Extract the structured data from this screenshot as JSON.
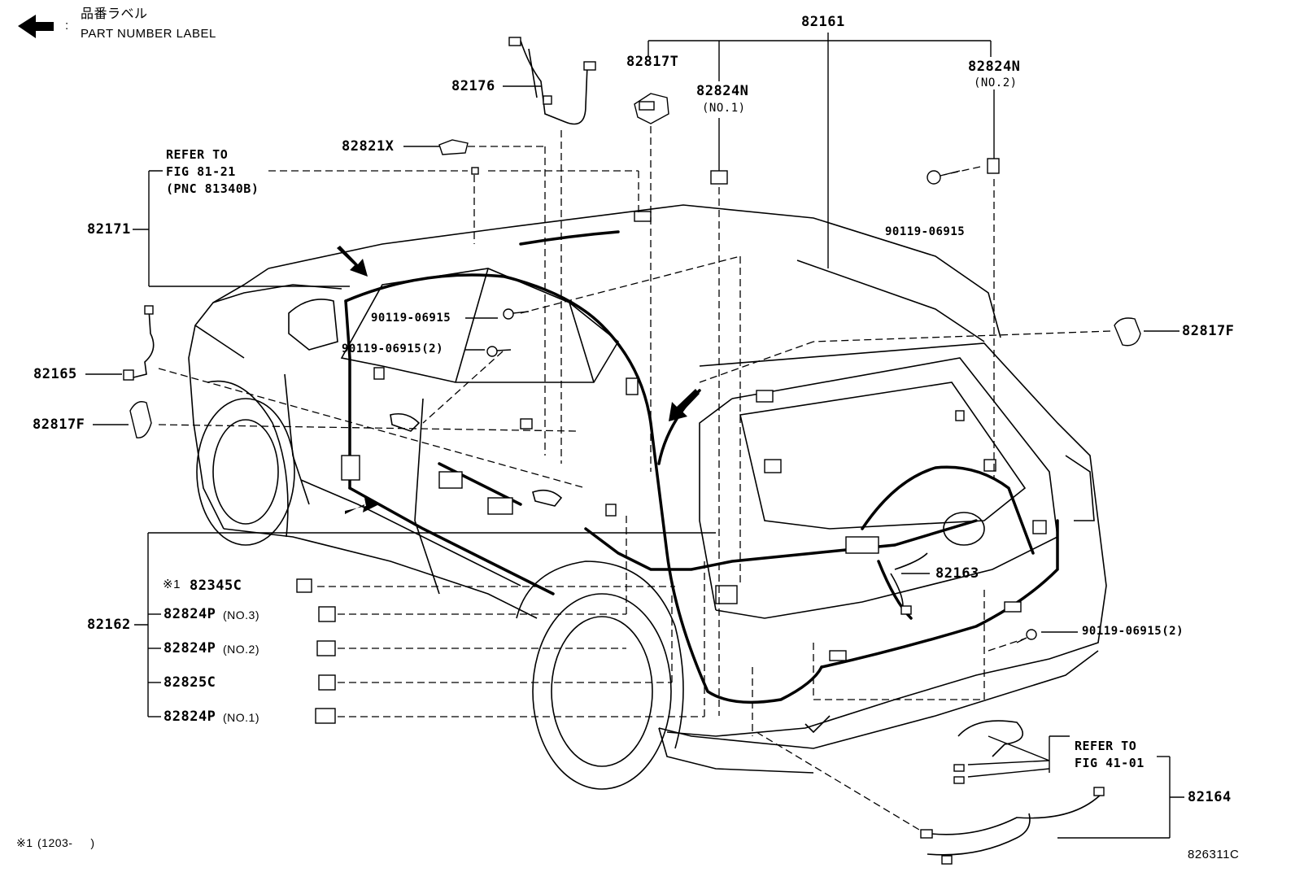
{
  "legend": {
    "label_jp": "品番ラベル",
    "label_en": "PART NUMBER LABEL",
    "colon": ":",
    "icon": "left-arrow-icon"
  },
  "parts": {
    "p82161": "82161",
    "p82176": "82176",
    "p82817T": "82817T",
    "p82824N_1": "82824N",
    "p82824N_1_note": "(NO.1)",
    "p82824N_2": "82824N",
    "p82824N_2_note": "(NO.2)",
    "p82821X": "82821X",
    "p82171": "82171",
    "p90119_a": "90119-06915",
    "p90119_b": "90119-06915",
    "p90119_c": "90119-06915(2)",
    "p90119_d": "90119-06915(2)",
    "p82165": "82165",
    "p82817F_left": "82817F",
    "p82817F_right": "82817F",
    "p82163": "82163",
    "p82162": "82162",
    "p82345C_mark": "※1",
    "p82345C": "82345C",
    "p82824P3": "82824P",
    "p82824P3_note": "(NO.3)",
    "p82824P2": "82824P",
    "p82824P2_note": "(NO.2)",
    "p82825C": "82825C",
    "p82824P1": "82824P",
    "p82824P1_note": "(NO.1)",
    "p82164": "82164"
  },
  "refs": {
    "fig81": "REFER TO\nFIG 81-21\n(PNC 81340B)",
    "fig41": "REFER TO\nFIG 41-01"
  },
  "footnote": {
    "mark": "※1",
    "text": "(1203-     )"
  },
  "figure_code": "826311C"
}
